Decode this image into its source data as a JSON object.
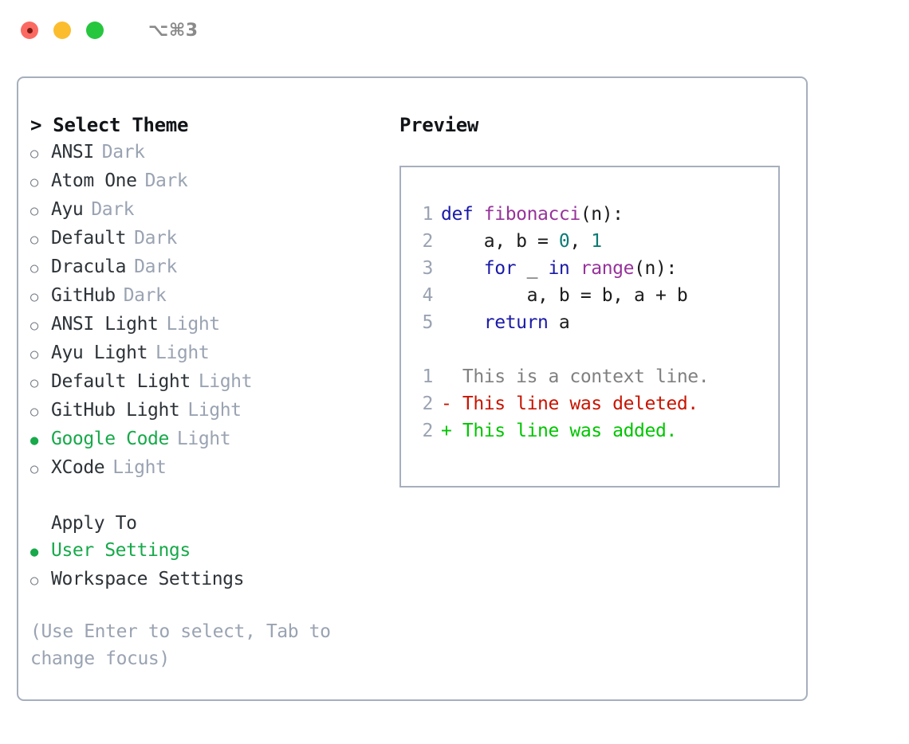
{
  "titlebar": {
    "shortcut": "⌥⌘3",
    "buttons": [
      {
        "name": "close",
        "color": "#fb6a62"
      },
      {
        "name": "minimize",
        "color": "#fbbd2e"
      },
      {
        "name": "maximize",
        "color": "#26c63f"
      }
    ]
  },
  "theme_picker": {
    "heading": "> Select Theme",
    "caret": ">",
    "heading_text": "Select Theme",
    "marker_selected": "●",
    "marker_unselected": "○",
    "items": [
      {
        "label": "ANSI",
        "category": "Dark",
        "selected": false
      },
      {
        "label": "Atom One",
        "category": "Dark",
        "selected": false
      },
      {
        "label": "Ayu",
        "category": "Dark",
        "selected": false
      },
      {
        "label": "Default",
        "category": "Dark",
        "selected": false
      },
      {
        "label": "Dracula",
        "category": "Dark",
        "selected": false
      },
      {
        "label": "GitHub",
        "category": "Dark",
        "selected": false
      },
      {
        "label": "ANSI Light",
        "category": "Light",
        "selected": false
      },
      {
        "label": "Ayu Light",
        "category": "Light",
        "selected": false
      },
      {
        "label": "Default Light",
        "category": "Light",
        "selected": false
      },
      {
        "label": "GitHub Light",
        "category": "Light",
        "selected": false
      },
      {
        "label": "Google Code",
        "category": "Light",
        "selected": true
      },
      {
        "label": "XCode",
        "category": "Light",
        "selected": false
      }
    ]
  },
  "apply_to": {
    "heading": "Apply To",
    "items": [
      {
        "label": "User Settings",
        "selected": true
      },
      {
        "label": "Workspace Settings",
        "selected": false
      }
    ]
  },
  "hint": "(Use Enter to select, Tab to change focus)",
  "preview": {
    "title": "Preview",
    "code_lines": [
      {
        "num": "1",
        "tokens": [
          {
            "t": "def ",
            "c": "kw"
          },
          {
            "t": "fibonacci",
            "c": "fn"
          },
          {
            "t": "(n):",
            "c": "pln"
          }
        ]
      },
      {
        "num": "2",
        "tokens": [
          {
            "t": "    a, b = ",
            "c": "pln"
          },
          {
            "t": "0",
            "c": "num"
          },
          {
            "t": ", ",
            "c": "pln"
          },
          {
            "t": "1",
            "c": "num"
          }
        ]
      },
      {
        "num": "3",
        "tokens": [
          {
            "t": "    ",
            "c": "pln"
          },
          {
            "t": "for",
            "c": "kw"
          },
          {
            "t": " _ ",
            "c": "pln"
          },
          {
            "t": "in",
            "c": "kw"
          },
          {
            "t": " ",
            "c": "pln"
          },
          {
            "t": "range",
            "c": "fn"
          },
          {
            "t": "(n):",
            "c": "pln"
          }
        ]
      },
      {
        "num": "4",
        "tokens": [
          {
            "t": "        a, b = b, a + b",
            "c": "pln"
          }
        ]
      },
      {
        "num": "5",
        "tokens": [
          {
            "t": "    ",
            "c": "pln"
          },
          {
            "t": "return",
            "c": "kw"
          },
          {
            "t": " a",
            "c": "pln"
          }
        ]
      }
    ],
    "diff_lines": [
      {
        "num": "1",
        "marker": " ",
        "text": "  This is a context line.",
        "kind": "ctx"
      },
      {
        "num": "2",
        "marker": "-",
        "text": "- This line was deleted.",
        "kind": "del"
      },
      {
        "num": "2",
        "marker": "+",
        "text": "+ This line was added.",
        "kind": "add"
      }
    ]
  },
  "colors": {
    "accent_green": "#17a94a",
    "diff_added": "#01c501",
    "diff_deleted": "#c81400",
    "border": "#a6afbd",
    "muted": "#9aa3b2",
    "keyword": "#1a1aa8",
    "function": "#97339b",
    "number": "#0c7a74"
  }
}
